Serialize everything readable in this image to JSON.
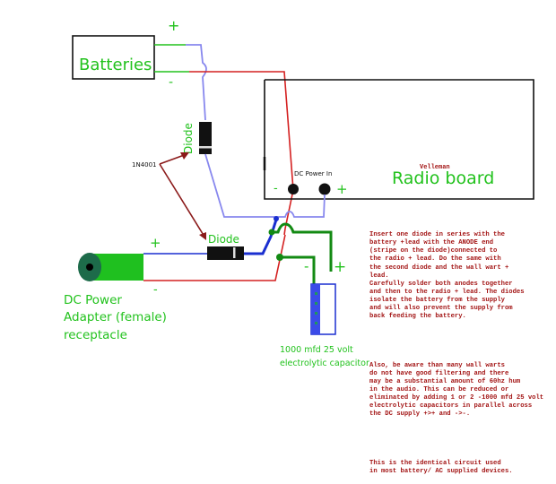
{
  "labels": {
    "batteries": "Batteries",
    "batt_plus": "+",
    "batt_minus": "-",
    "diode_top": "Diode",
    "diode_bottom": "Diode",
    "part_number": "1N4001",
    "board_brand": "Velleman",
    "board_name": "Radio board",
    "dc_power_in": "DC Power In",
    "board_minus": "-",
    "board_plus": "+",
    "adapter_plus": "+",
    "adapter_minus": "-",
    "adapter_line1": "DC Power",
    "adapter_line2": "Adapter (female)",
    "adapter_line3": "receptacle",
    "cap_minus": "-",
    "cap_plus": "+",
    "cap_line1": "1000 mfd 25 volt",
    "cap_line2": "electrolytic capacitor"
  },
  "notes": {
    "paragraph1": "Insert one diode in series with the\nbattery +lead with the ANODE end\n(stripe on the diode)connected to\nthe radio + lead. Do the same with\nthe second diode and the wall wart +\nlead.\nCarefully solder both anodes together\nand then to the radio + lead. The diodes\nisolate the battery from the supply\nand will also prevent the supply from\nback feeding the battery.",
    "paragraph2": "Also, be aware than many wall warts\ndo not have good filtering and there\nmay be a substantial amount of 60hz hum\nin the audio. This can be reduced or\neliminated by adding 1 or 2 -1000 mfd 25 volt\nelectrolytic capacitors in parallel across\nthe DC supply +>+ and ->-.",
    "paragraph3": "This is the identical circuit used\nin most battery/ AC supplied devices."
  },
  "colors": {
    "label_green": "#22c21d",
    "note_red": "#a31515",
    "wire_red": "#d42020",
    "wire_blue_light": "#8888ee",
    "wire_blue_dark": "#1a2fd0",
    "wire_green": "#138a13"
  }
}
